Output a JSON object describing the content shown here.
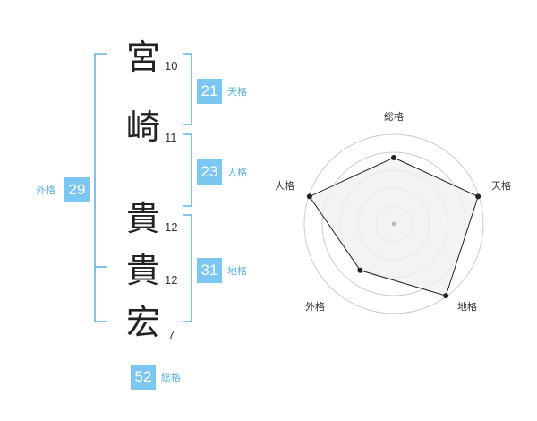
{
  "name": {
    "chars": [
      {
        "char": "宮",
        "strokes": "10"
      },
      {
        "char": "崎",
        "strokes": "11"
      },
      {
        "char": "貴",
        "strokes": "12"
      },
      {
        "char": "貴",
        "strokes": "12"
      },
      {
        "char": "宏",
        "strokes": "7"
      }
    ]
  },
  "fortune": {
    "tenkaku": {
      "value": "21",
      "label": "天格"
    },
    "jinkaku": {
      "value": "23",
      "label": "人格"
    },
    "chikaku": {
      "value": "31",
      "label": "地格"
    },
    "gaikaku": {
      "value": "29",
      "label": "外格"
    },
    "soukaku": {
      "value": "52",
      "label": "総格"
    }
  },
  "radar": {
    "axes": [
      "総格",
      "天格",
      "地格",
      "外格",
      "人格"
    ],
    "values": [
      0.74,
      0.99,
      0.99,
      0.64,
      0.99
    ],
    "rings": 5
  },
  "colors": {
    "accent": "#7cc7f2",
    "bracket": "#5bb3e6",
    "label": "#5bb3e6",
    "radar_fill": "#efefef",
    "radar_stroke": "#222222",
    "ring": "#cccccc"
  }
}
